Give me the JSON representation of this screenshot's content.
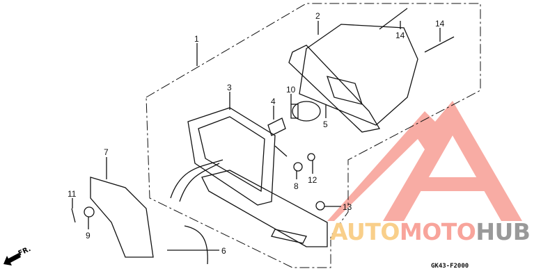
{
  "diagram": {
    "part_code": "GK43-F2000",
    "direction_label": "FR.",
    "callouts": [
      "1",
      "2",
      "14",
      "14",
      "3",
      "10",
      "4",
      "5",
      "7",
      "11",
      "9",
      "8",
      "12",
      "13",
      "6"
    ]
  },
  "watermark": {
    "parts": [
      "AUTO",
      "MOTO",
      "HUB"
    ],
    "colors": {
      "auto": "#f9cf8a",
      "moto": "#f8a49b",
      "hub": "#999999",
      "logo": "#f8a49b"
    }
  }
}
